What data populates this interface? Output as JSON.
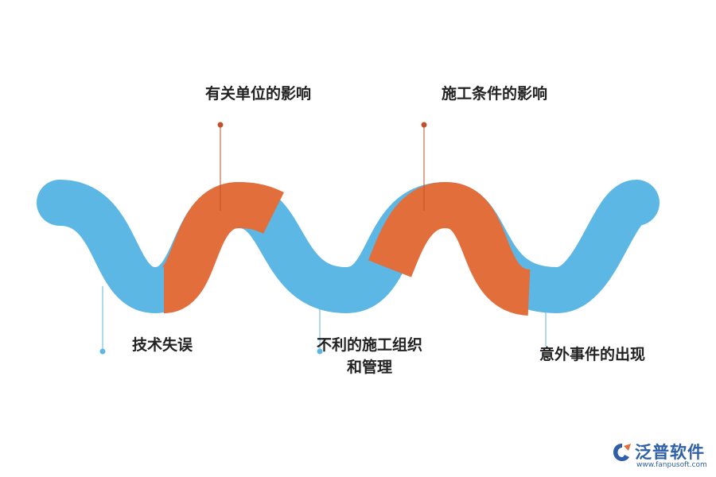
{
  "colors": {
    "blue": "#5db7e4",
    "orange": "#e26e3c",
    "text": "#222222"
  },
  "labels": {
    "top_1": "有关单位的影响",
    "top_2": "施工条件的影响",
    "bottom_1": "技术失误",
    "bottom_2_line1": "不利的施工组织",
    "bottom_2_line2": "和管理",
    "bottom_3": "意外事件的出现"
  },
  "logo": {
    "name": "泛普软件",
    "url": "www.fanpusoft.com"
  }
}
